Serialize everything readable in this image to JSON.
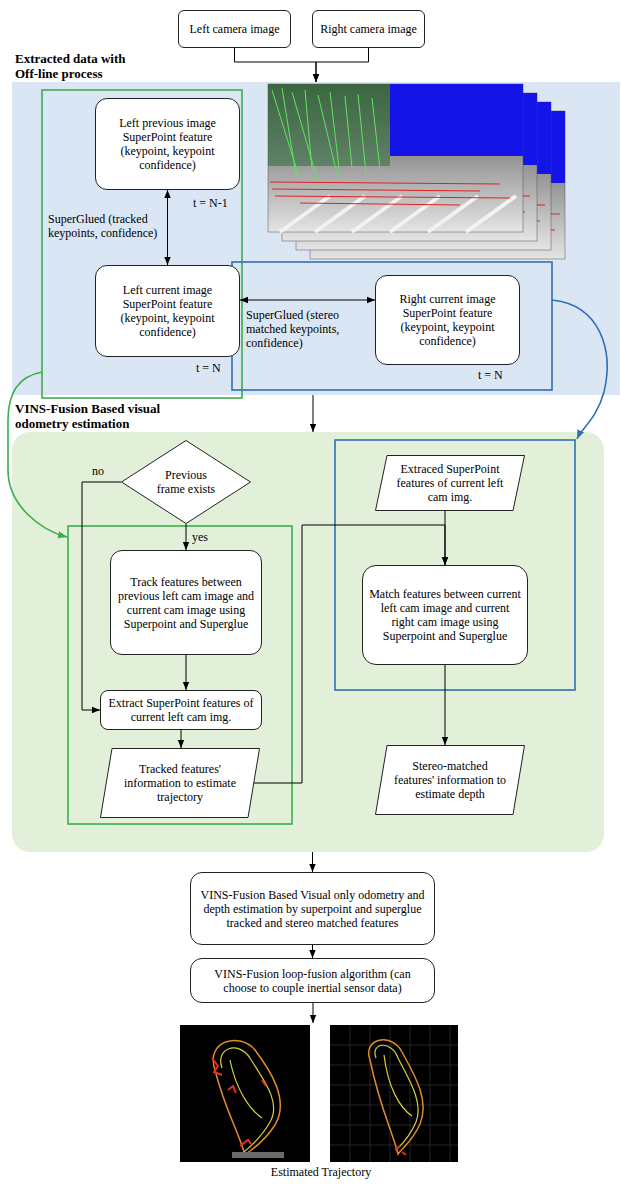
{
  "diagram": {
    "nodes": [
      {
        "text": [
          "Left camera image"
        ]
      },
      {
        "text": [
          "Right camera image"
        ]
      },
      {
        "text": [
          "Extracted data with Off-line process"
        ]
      },
      {
        "text": [
          "Left previous image SuperPoint feature (keypoint, keypoint confidence)"
        ],
        "in": 2
      },
      {
        "text": [
          "Left current image SuperPoint feature (keypoint, keypoint confidence)"
        ],
        "in": 2
      },
      {
        "text": [
          "Right current image SuperPoint feature (keypoint, keypoint confidence)"
        ],
        "in": 2
      },
      {
        "text": [
          "VINS-Fusion Based visual odometry estimation"
        ]
      },
      {
        "text": [
          "Previous frame exists"
        ],
        "in": 6
      },
      {
        "text": [
          "Track features between previous left cam image and current cam image using Superpoint and Superglue"
        ],
        "in": 6
      },
      {
        "text": [
          "Extract SuperPoint features of current left cam img."
        ],
        "in": 6
      },
      {
        "text": [
          "Tracked features' information to estimate trajectory"
        ],
        "in": 6
      },
      {
        "text": [
          "Extraced SuperPoint features of current left cam img."
        ],
        "in": 6
      },
      {
        "text": [
          "Match features between current left cam image and current right cam image using Superpoint and Superglue"
        ],
        "in": 6
      },
      {
        "text": [
          "Stereo-matched features' information to estimate depth"
        ],
        "in": 6
      },
      {
        "text": [
          "VINS-Fusion Based Visual only odometry and depth estimation by superpoint and superglue tracked and stereo matched features"
        ]
      },
      {
        "text": [
          "VINS-Fusion loop-fusion algorithm (can choose to couple inertial sensor data)"
        ]
      }
    ],
    "edges": [
      {
        "from": 0,
        "to": 2,
        "arrow": "to"
      },
      {
        "from": 1,
        "to": 2,
        "arrow": "to"
      },
      {
        "from": 3,
        "to": 4,
        "arrow": "both",
        "label": "SuperGlued (tracked keypoints, confidence)"
      },
      {
        "from": 4,
        "to": 5,
        "arrow": "both",
        "label": "SuperGlued (stereo matched keypoints, confidence)"
      },
      {
        "from": 2,
        "to": 6,
        "arrow": "to"
      },
      {
        "from": 7,
        "to": 8,
        "arrow": "to",
        "label": "yes"
      },
      {
        "from": 7,
        "to": 9,
        "arrow": "to",
        "label": "no"
      },
      {
        "from": 8,
        "to": 9,
        "arrow": "to"
      },
      {
        "from": 9,
        "to": 10,
        "arrow": "to"
      },
      {
        "from": 10,
        "to": 12,
        "arrow": "to"
      },
      {
        "from": 11,
        "to": 12,
        "arrow": "to"
      },
      {
        "from": 12,
        "to": 13,
        "arrow": "to"
      },
      {
        "from": 6,
        "to": 14,
        "arrow": "to"
      },
      {
        "from": 14,
        "to": 15,
        "arrow": "to"
      }
    ],
    "labels": [
      "t = N-1",
      "t = N",
      "t = N",
      "Estimated Trajectory"
    ]
  }
}
